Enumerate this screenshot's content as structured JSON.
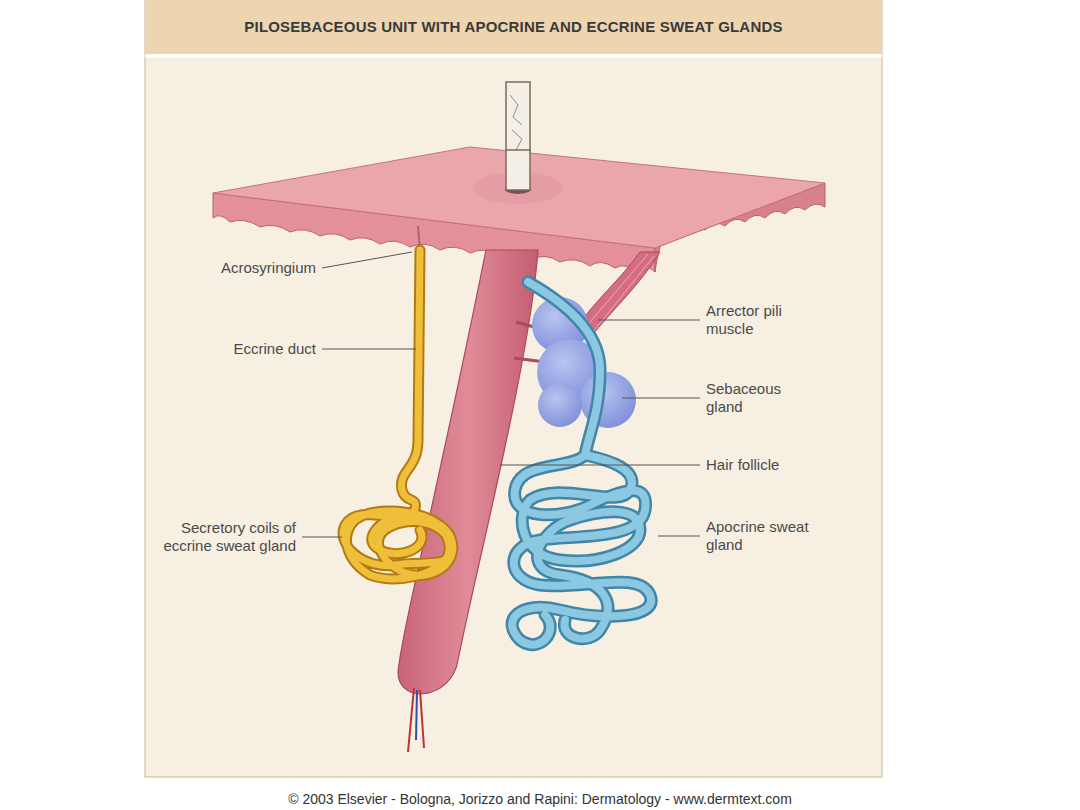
{
  "diagram": {
    "title": "PILOSEBACEOUS UNIT WITH APOCRINE AND ECCRINE SWEAT GLANDS",
    "caption": "© 2003 Elsevier - Bologna, Jorizzo and Rapini: Dermatology - www.dermtext.com",
    "labels": [
      "Acrosyringium",
      "Eccrine duct",
      "Secretory coils of eccrine sweat gland",
      "Arrector pili muscle",
      "Sebaceous gland",
      "Hair follicle",
      "Apocrine sweat gland"
    ]
  }
}
